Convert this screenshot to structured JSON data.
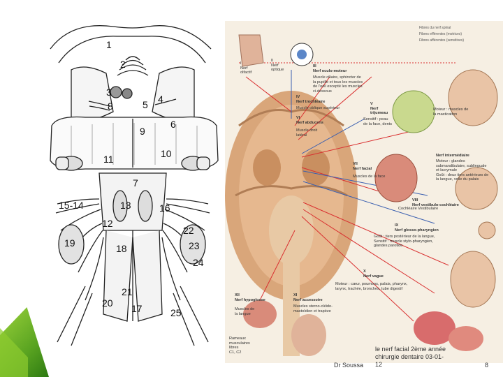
{
  "slide": {
    "author": "Dr Soussa",
    "course_line1": "le nerf facial 2ème année",
    "course_line2": "chirurgie dentaire 03-01-",
    "course_line3": "12",
    "page_number": "8"
  },
  "brainstem_labels": [
    "1",
    "2",
    "3",
    "8",
    "5",
    "4",
    "6",
    "9",
    "10",
    "11",
    "7",
    "15-14",
    "13",
    "16",
    "12",
    "22",
    "19",
    "23",
    "18",
    "24",
    "21",
    "20",
    "17",
    "25"
  ],
  "legend": {
    "line1": "Fibres du nerf spinal",
    "line2": "Fibres efférentes (motrices)",
    "line3": "Fibres afférentes (sensitives)"
  },
  "nerves": {
    "i": "I\nNerf\nolfactif",
    "ii": "II\nNerf\noptique",
    "iii": "III\nNerf oculo-moteur",
    "iii_desc": "Muscle ciliaire, sphincter de\nla pupille et tous les muscles\nde l'oeil excepté les muscles\nci-dessous",
    "iv": "IV\nNerf trochléaire",
    "iv_desc": "Muscle oblique supérieur",
    "v": "V\nNerf\ntrijumeau",
    "v_desc": "Sensitif : peau\nde la face, dents",
    "v_motor": "Moteur : muscles de\nla mastication",
    "vi": "VI\nNerf abducens",
    "vi_desc": "Muscle droit\nlatéral",
    "vii": "VII\nNerf facial",
    "vii_desc": "Muscles de la face",
    "intermediaire": "Nerf intermédiaire",
    "intermediaire_desc": "Moteur : glandes\nsubmandibulaire, sublinguale\net lacrymale\nGoût : deux tiers antérieurs de\nla langue, voile du palais",
    "viii": "VIII\nNerf vestibulo-cochléaire",
    "viii_desc": "Cochléaire Vestibulaire",
    "ix": "IX\nNerf glosso-pharyngien",
    "ix_desc": "Goût : tiers postérieur de la langue,\nSensitif : muscle stylo-pharyngien,\nglandes parotide",
    "x": "X\nNerf vague",
    "x_desc": "Moteur : cœur, poumons, palais, pharynx,\nlarynx, trachée, bronches, tube digestif",
    "xi": "XI\nNerf accessoire",
    "xi_desc": "Muscles sterno-cléido-\nmastoïdien et trapèze",
    "xii": "XII\nNerf hypoglosse",
    "xii_desc": "Muscles de\nla langue",
    "rameaux": "Rameaux\nmusculaires\nlibres\nC1, C2"
  },
  "colors": {
    "efferent": "#d93030",
    "afferent": "#3a5fb0",
    "accent": "#6cb22a",
    "plate_bg": "#f6efe3"
  }
}
